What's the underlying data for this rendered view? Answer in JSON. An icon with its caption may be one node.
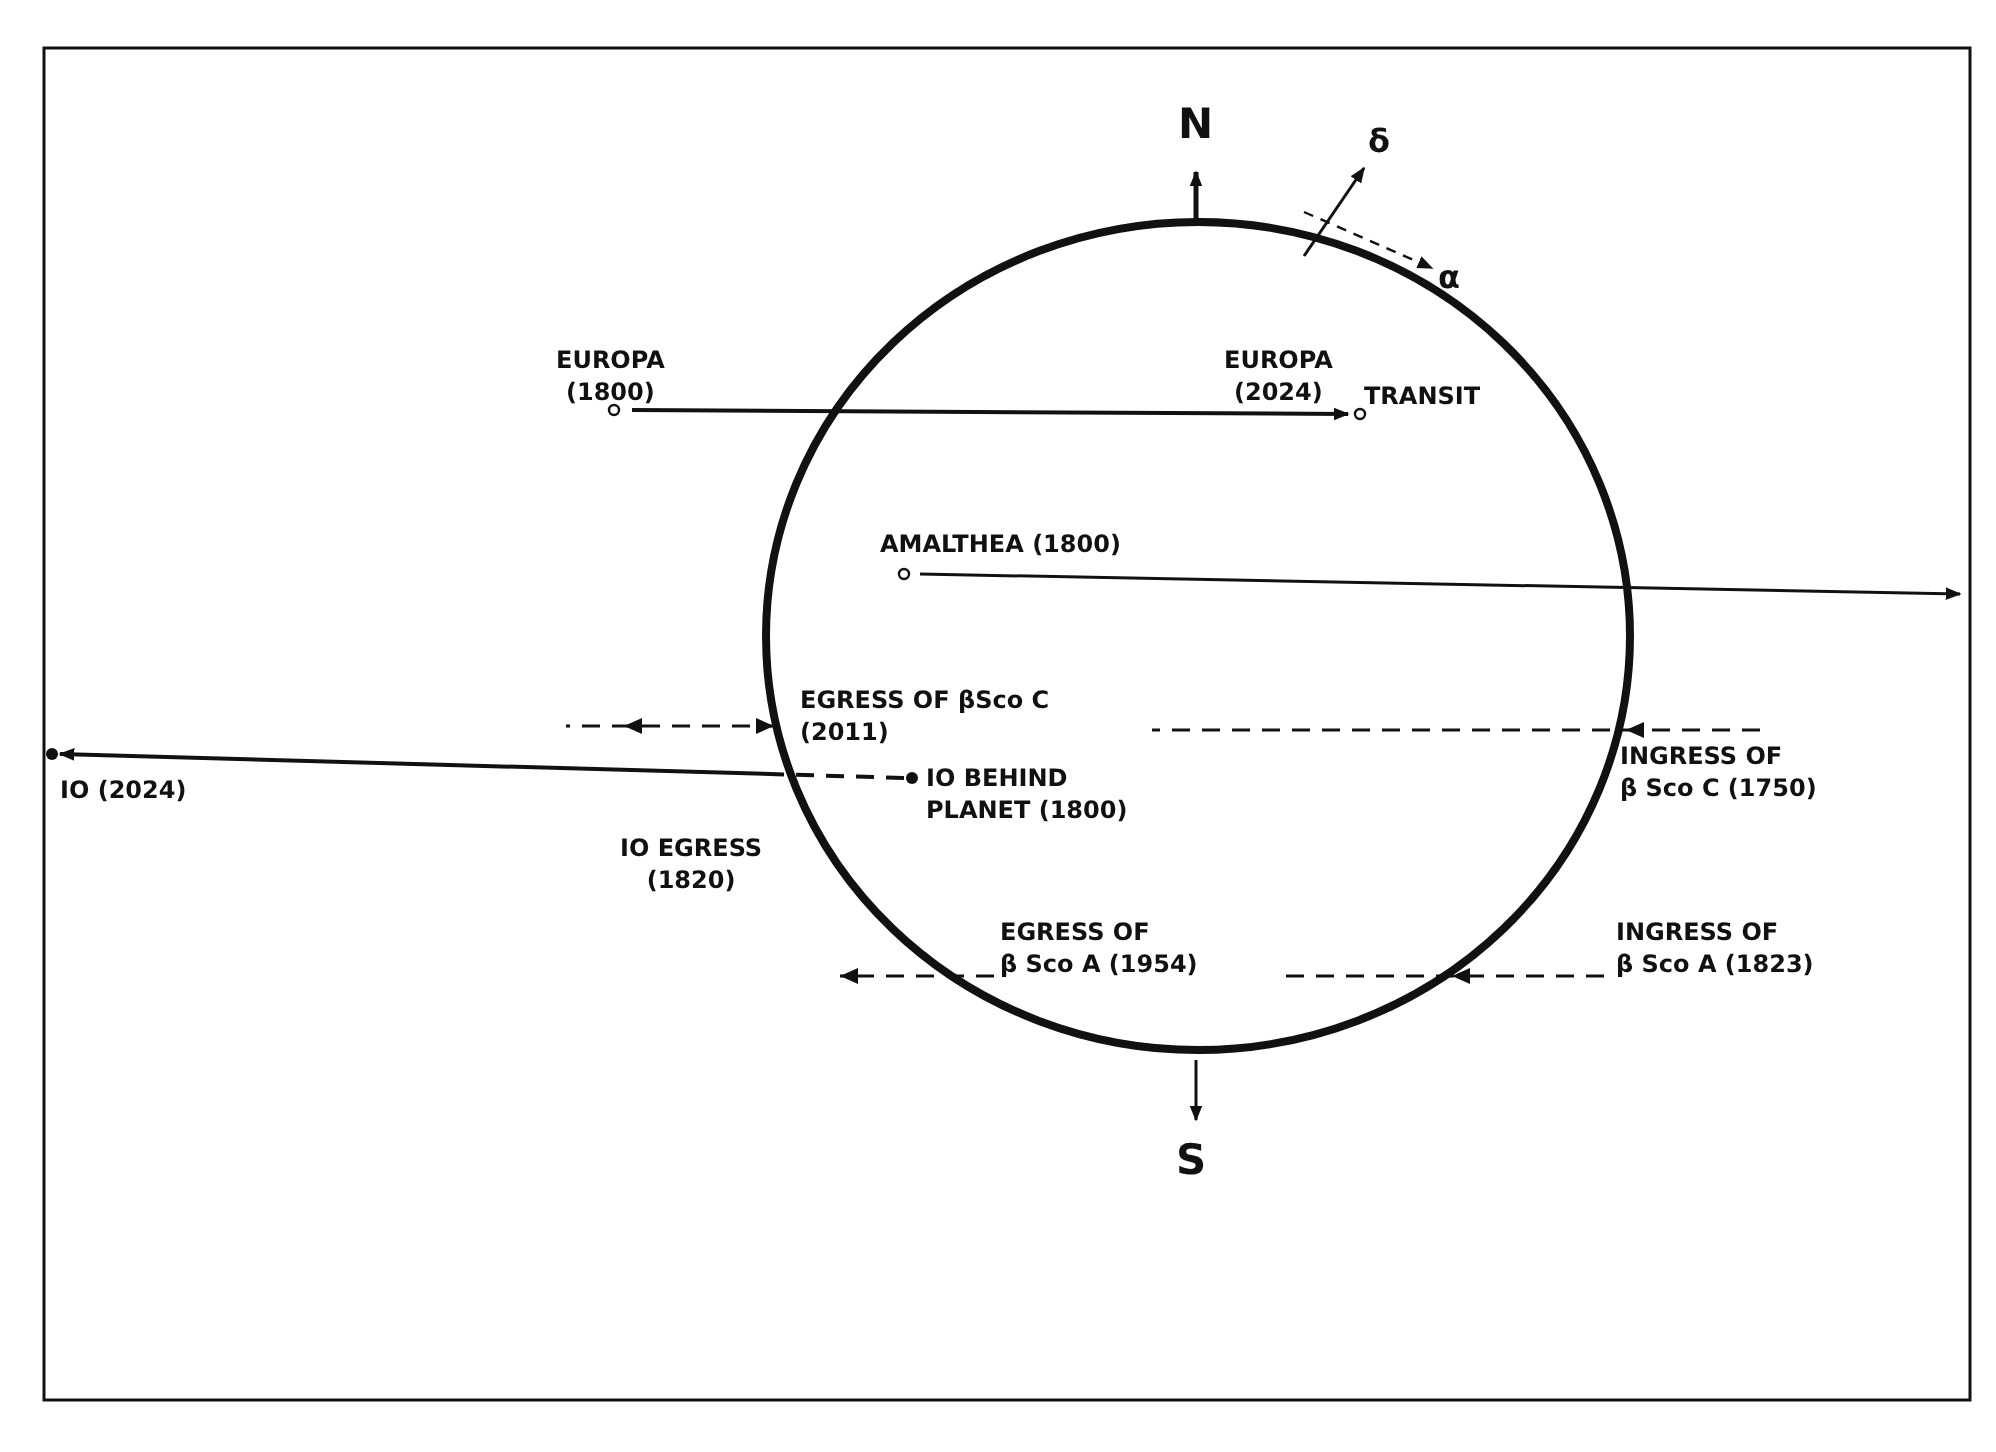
{
  "diagram": {
    "labels": [
      "N",
      "δ",
      "α",
      "EUROPA (1800)",
      "EUROPA (2024)",
      "TRANSIT",
      "AMALTHEA (1800)",
      "EGRESS OF βSco C (2011)",
      "IO (2024)",
      "IO BEHIND PLANET (1800)",
      "INGRESS OF β Sco C (1750)",
      "IO EGRESS (1820)",
      "EGRESS OF β Sco A (1954)",
      "INGRESS OF β Sco A (1823)",
      "S"
    ]
  }
}
